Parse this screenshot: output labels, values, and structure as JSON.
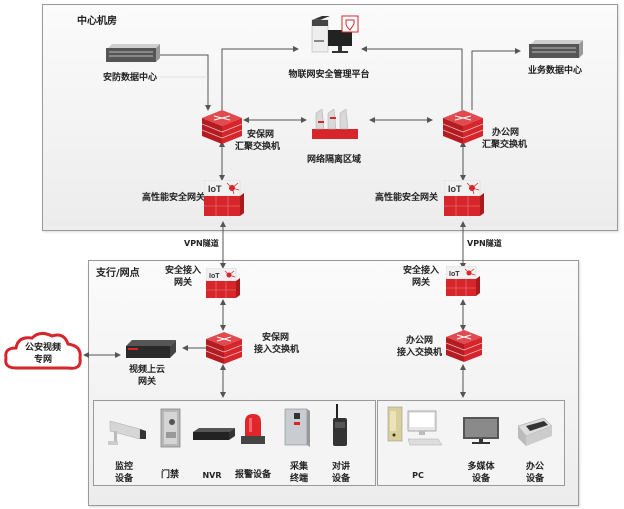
{
  "central": {
    "title": "中心机房",
    "security_data_center": "安防数据中心",
    "iot_platform": "物联网安全管理平台",
    "business_data_center": "业务数据中心",
    "security_agg_switch": [
      "安保网",
      "汇聚交换机"
    ],
    "office_agg_switch": [
      "办公网",
      "汇聚交换机"
    ],
    "isolation_zone": "网络隔离区域",
    "gateway_left": "高性能安全网关",
    "gateway_right": "高性能安全网关",
    "iot_badge": "IoT"
  },
  "vpn": {
    "left": "VPN隧道",
    "right": "VPN隧道"
  },
  "branch": {
    "title": "支行/网点",
    "access_gateway_left": [
      "安全接入",
      "网关"
    ],
    "access_gateway_right": [
      "安全接入",
      "网关"
    ],
    "security_access_switch": [
      "安保网",
      "接入交换机"
    ],
    "office_access_switch": [
      "办公网",
      "接入交换机"
    ],
    "video_gateway": [
      "视频上云",
      "网关"
    ],
    "police_network": [
      "公安视频",
      "专网"
    ],
    "security_devices": [
      {
        "name": "camera",
        "label": [
          "监控",
          "设备"
        ]
      },
      {
        "name": "door-access",
        "label": [
          "门禁"
        ]
      },
      {
        "name": "nvr",
        "label": [
          "NVR"
        ]
      },
      {
        "name": "alarm",
        "label": [
          "报警设备"
        ]
      },
      {
        "name": "collector",
        "label": [
          "采集",
          "终端"
        ]
      },
      {
        "name": "intercom",
        "label": [
          "对讲",
          "设备"
        ]
      }
    ],
    "office_devices": [
      {
        "name": "pc",
        "label": [
          "PC"
        ]
      },
      {
        "name": "multimedia",
        "label": [
          "多媒体",
          "设备"
        ]
      },
      {
        "name": "office-equipment",
        "label": [
          "办公",
          "设备"
        ]
      }
    ]
  },
  "colors": {
    "accent_red": "#d7262b",
    "line": "#555555",
    "border": "#9a9a9a"
  }
}
